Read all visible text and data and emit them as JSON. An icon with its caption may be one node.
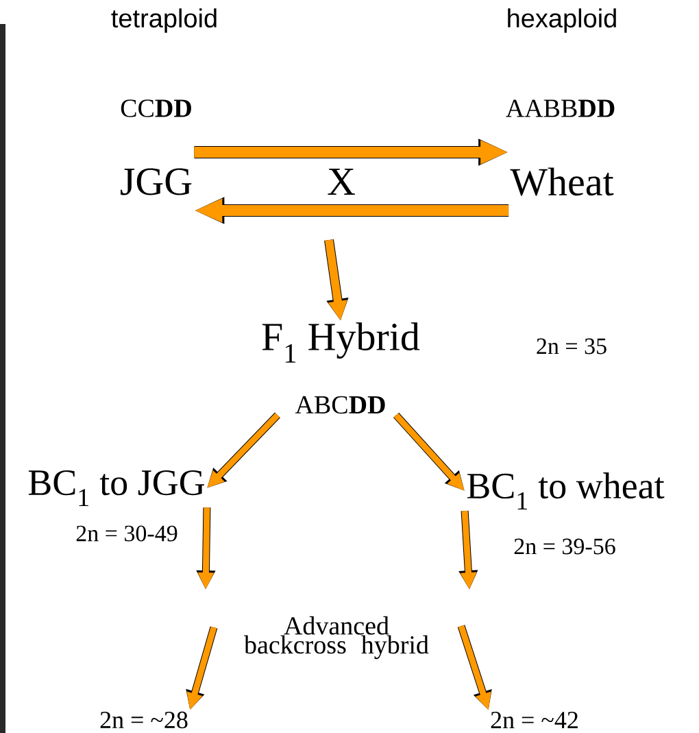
{
  "diagram": {
    "nodes": [
      {
        "text": [
          "JGG"
        ],
        "beside": [
          "tetraploid",
          "CC**DD**"
        ]
      },
      {
        "text": [
          "Wheat"
        ],
        "beside": [
          "hexaploid",
          "AABB**DD**"
        ]
      },
      {
        "text": [
          "F$_{1}$ Hybrid",
          "ABC**DD**"
        ]
      },
      {
        "text": [
          "BC$_{1}$ to JGG"
        ],
        "beside": [
          "2n = 30-49"
        ]
      },
      {
        "text": [
          "BC$_{1}$ to wheat"
        ],
        "beside": [
          "2n = 39-56"
        ]
      },
      {
        "text": [
          "2n = ~28"
        ]
      },
      {
        "text": [
          "2n = ~42"
        ]
      }
    ],
    "edges": [
      {
        "from": 0,
        "to": 1,
        "arrow": "to"
      },
      {
        "from": 1,
        "to": 0,
        "arrow": "to"
      },
      {
        "from": null,
        "to": 2,
        "arrow": "to"
      },
      {
        "from": 2,
        "to": 3,
        "arrow": "to"
      },
      {
        "from": 2,
        "to": 4,
        "arrow": "to"
      },
      {
        "from": 3,
        "to": null,
        "arrow": "to"
      },
      {
        "from": 4,
        "to": null,
        "arrow": "to"
      },
      {
        "from": null,
        "to": 5,
        "arrow": "to"
      },
      {
        "from": null,
        "to": 6,
        "arrow": "to"
      }
    ],
    "labels": [
      "X",
      "2n = 35",
      "Advanced backcross hybrid"
    ]
  }
}
